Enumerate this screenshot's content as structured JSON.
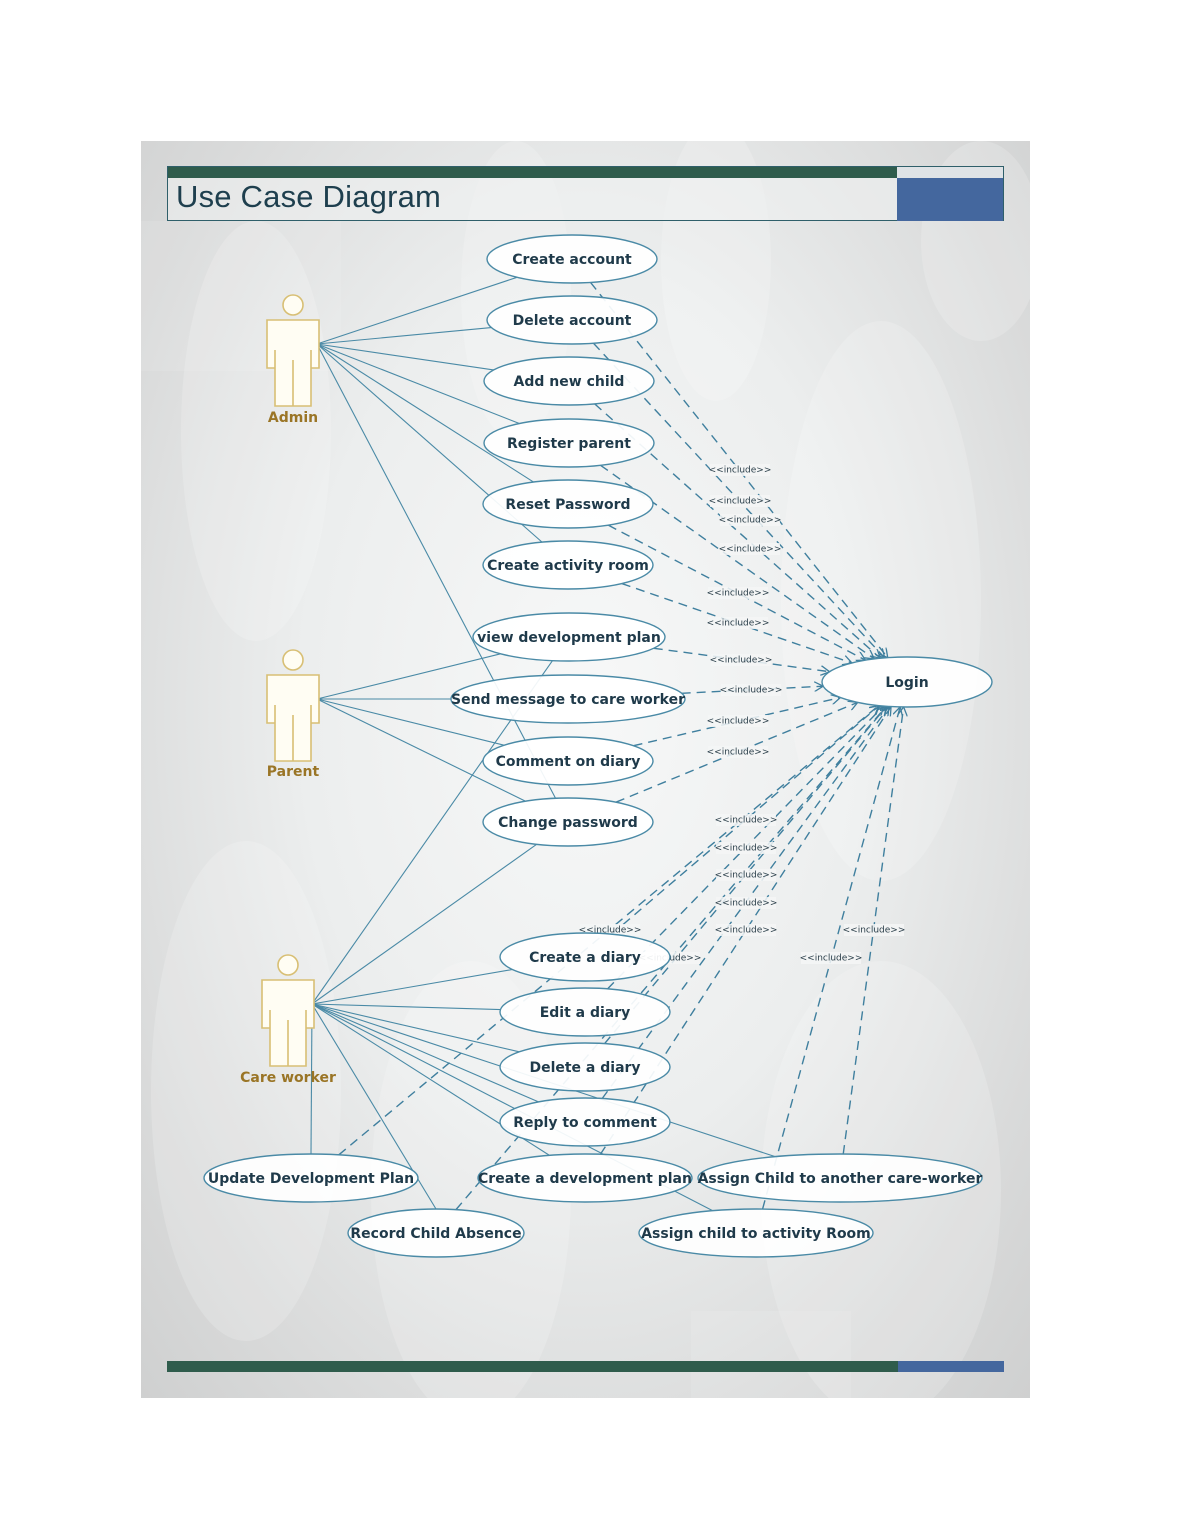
{
  "title": "Use Case Diagram",
  "colors": {
    "title_bar": "#2f5c4c",
    "accent": "#44679e",
    "line": "#4a8aa6",
    "actor": "#d8bf74",
    "actor_label": "#9a7526",
    "text": "#1f3a4a"
  },
  "include_label": "<<include>>",
  "actors": [
    {
      "id": "admin",
      "name": "Admin"
    },
    {
      "id": "parent",
      "name": "Parent"
    },
    {
      "id": "careworker",
      "name": "Care worker"
    }
  ],
  "use_cases": [
    {
      "id": "create_account",
      "label": "Create account"
    },
    {
      "id": "delete_account",
      "label": "Delete account"
    },
    {
      "id": "add_child",
      "label": "Add new child"
    },
    {
      "id": "register_parent",
      "label": "Register parent"
    },
    {
      "id": "reset_password",
      "label": "Reset Password"
    },
    {
      "id": "create_room",
      "label": "Create activity room"
    },
    {
      "id": "view_plan",
      "label": "view development plan"
    },
    {
      "id": "send_message",
      "label": "Send message to care worker"
    },
    {
      "id": "comment_diary",
      "label": "Comment on diary"
    },
    {
      "id": "change_password",
      "label": "Change password"
    },
    {
      "id": "login",
      "label": "Login"
    },
    {
      "id": "create_diary",
      "label": "Create a diary"
    },
    {
      "id": "edit_diary",
      "label": "Edit a diary"
    },
    {
      "id": "delete_diary",
      "label": "Delete a diary"
    },
    {
      "id": "reply_comment",
      "label": "Reply to comment"
    },
    {
      "id": "update_plan",
      "label": "Update Development Plan"
    },
    {
      "id": "create_plan",
      "label": "Create a development plan"
    },
    {
      "id": "assign_careworker",
      "label": "Assign Child to another care-worker"
    },
    {
      "id": "record_absence",
      "label": "Record Child Absence"
    },
    {
      "id": "assign_room",
      "label": "Assign child to activity Room"
    }
  ],
  "associations": [
    [
      "admin",
      "create_account"
    ],
    [
      "admin",
      "delete_account"
    ],
    [
      "admin",
      "add_child"
    ],
    [
      "admin",
      "register_parent"
    ],
    [
      "admin",
      "reset_password"
    ],
    [
      "admin",
      "create_room"
    ],
    [
      "admin",
      "change_password"
    ],
    [
      "parent",
      "view_plan"
    ],
    [
      "parent",
      "send_message"
    ],
    [
      "parent",
      "comment_diary"
    ],
    [
      "parent",
      "change_password"
    ],
    [
      "careworker",
      "view_plan"
    ],
    [
      "careworker",
      "change_password"
    ],
    [
      "careworker",
      "create_diary"
    ],
    [
      "careworker",
      "edit_diary"
    ],
    [
      "careworker",
      "delete_diary"
    ],
    [
      "careworker",
      "reply_comment"
    ],
    [
      "careworker",
      "create_plan"
    ],
    [
      "careworker",
      "assign_careworker"
    ],
    [
      "careworker",
      "assign_room"
    ],
    [
      "careworker",
      "update_plan"
    ],
    [
      "careworker",
      "record_absence"
    ]
  ],
  "includes": [
    "create_account",
    "delete_account",
    "add_child",
    "register_parent",
    "reset_password",
    "create_room",
    "view_plan",
    "send_message",
    "comment_diary",
    "change_password",
    "create_diary",
    "edit_diary",
    "delete_diary",
    "reply_comment",
    "update_plan",
    "create_plan",
    "record_absence",
    "assign_careworker",
    "assign_room"
  ]
}
